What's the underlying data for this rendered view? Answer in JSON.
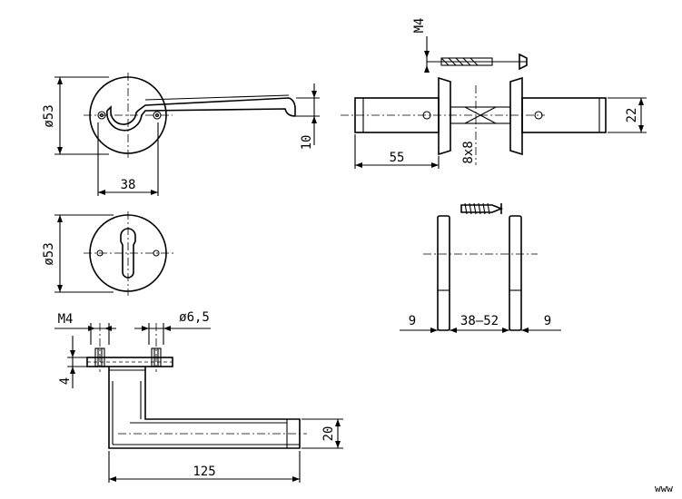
{
  "dimensions": {
    "rose_diameter_top": "ø53",
    "rose_diameter_keyhole": "ø53",
    "lever_offset": "10",
    "screw_spacing": "38",
    "spindle_length": "55",
    "spindle_square": "8x8",
    "lever_thickness_side": "22",
    "screw_thread_top": "M4",
    "door_thickness_range": "38–52",
    "rose_thickness_left": "9",
    "rose_thickness_right": "9",
    "screw_thread_plan": "M4",
    "hole_diameter": "ø6,5",
    "plate_height": "4",
    "lever_height": "20",
    "lever_length": "125"
  },
  "watermark": "www"
}
